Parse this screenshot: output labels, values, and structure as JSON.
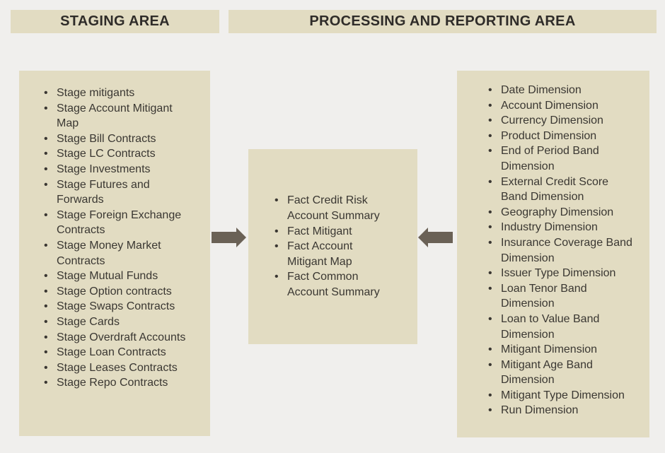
{
  "page": {
    "background_color": "#f0efed",
    "box_fill_color": "#e2dcc2",
    "text_color": "#3a3732",
    "header_text_color": "#2f2c29",
    "arrow_color": "#6a6156"
  },
  "headers": {
    "staging": "STAGING AREA",
    "processing": "PROCESSING AND REPORTING AREA"
  },
  "staging_box": {
    "items": [
      "Stage mitigants",
      "Stage Account Mitigant\nMap",
      "Stage Bill Contracts",
      "Stage LC Contracts",
      "Stage Investments",
      "Stage Futures and\nForwards",
      "Stage Foreign Exchange\nContracts",
      "Stage Money Market\nContracts",
      "Stage Mutual Funds",
      "Stage Option contracts",
      "Stage Swaps Contracts",
      "Stage Cards",
      "Stage Overdraft Accounts",
      "Stage Loan Contracts",
      "Stage Leases Contracts",
      "Stage Repo Contracts"
    ]
  },
  "fact_box": {
    "items": [
      "Fact Credit Risk\nAccount Summary",
      "Fact Mitigant",
      "Fact Account\nMitigant Map",
      "Fact Common\nAccount Summary"
    ]
  },
  "dimension_box": {
    "items": [
      "Date Dimension",
      "Account Dimension",
      "Currency Dimension",
      "Product Dimension",
      "End of Period Band\nDimension",
      "External Credit Score\nBand Dimension",
      "Geography Dimension",
      "Industry Dimension",
      "Insurance Coverage Band\nDimension",
      "Issuer Type Dimension",
      "Loan Tenor Band\nDimension",
      "Loan to Value Band\nDimension",
      "Mitigant Dimension",
      "Mitigant Age Band\nDimension",
      "Mitigant Type Dimension",
      "Run Dimension"
    ]
  },
  "arrows": {
    "staging_to_fact": "arrow-right",
    "dimension_to_fact": "arrow-left"
  }
}
